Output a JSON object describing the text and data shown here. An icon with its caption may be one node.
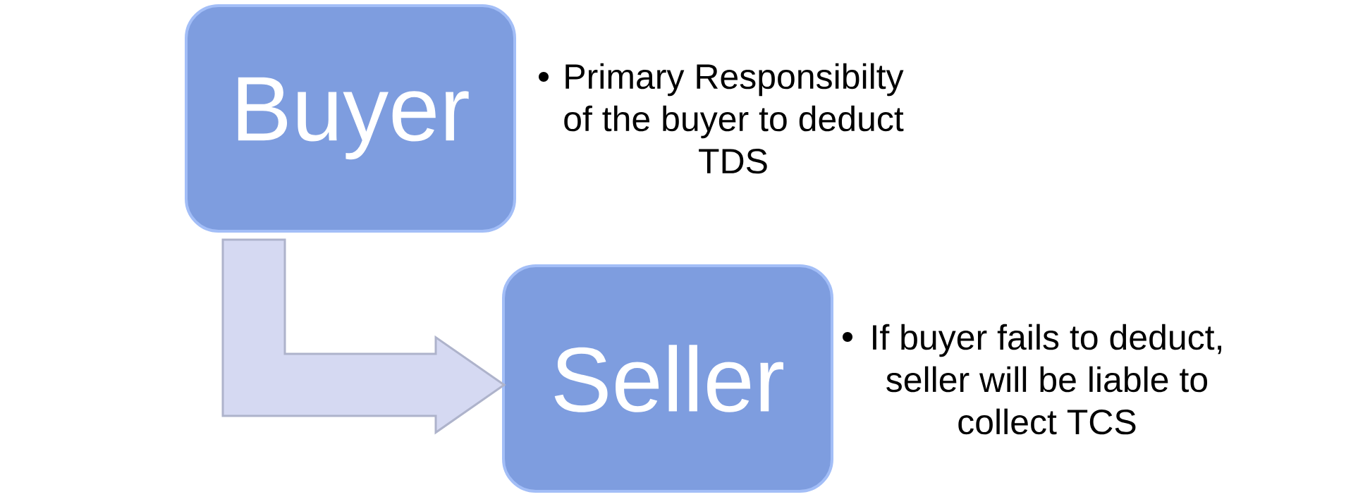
{
  "diagram": {
    "nodes": [
      {
        "text": [
          "Buyer"
        ],
        "beside": [
          "Primary Responsibilty of the buyer to deduct TDS"
        ]
      },
      {
        "text": [
          "Seller"
        ],
        "beside": [
          "If buyer fails to deduct, seller will be liable to collect TCS"
        ]
      }
    ],
    "edges": [
      {
        "from": 0,
        "to": 1,
        "arrow": "to"
      }
    ]
  }
}
